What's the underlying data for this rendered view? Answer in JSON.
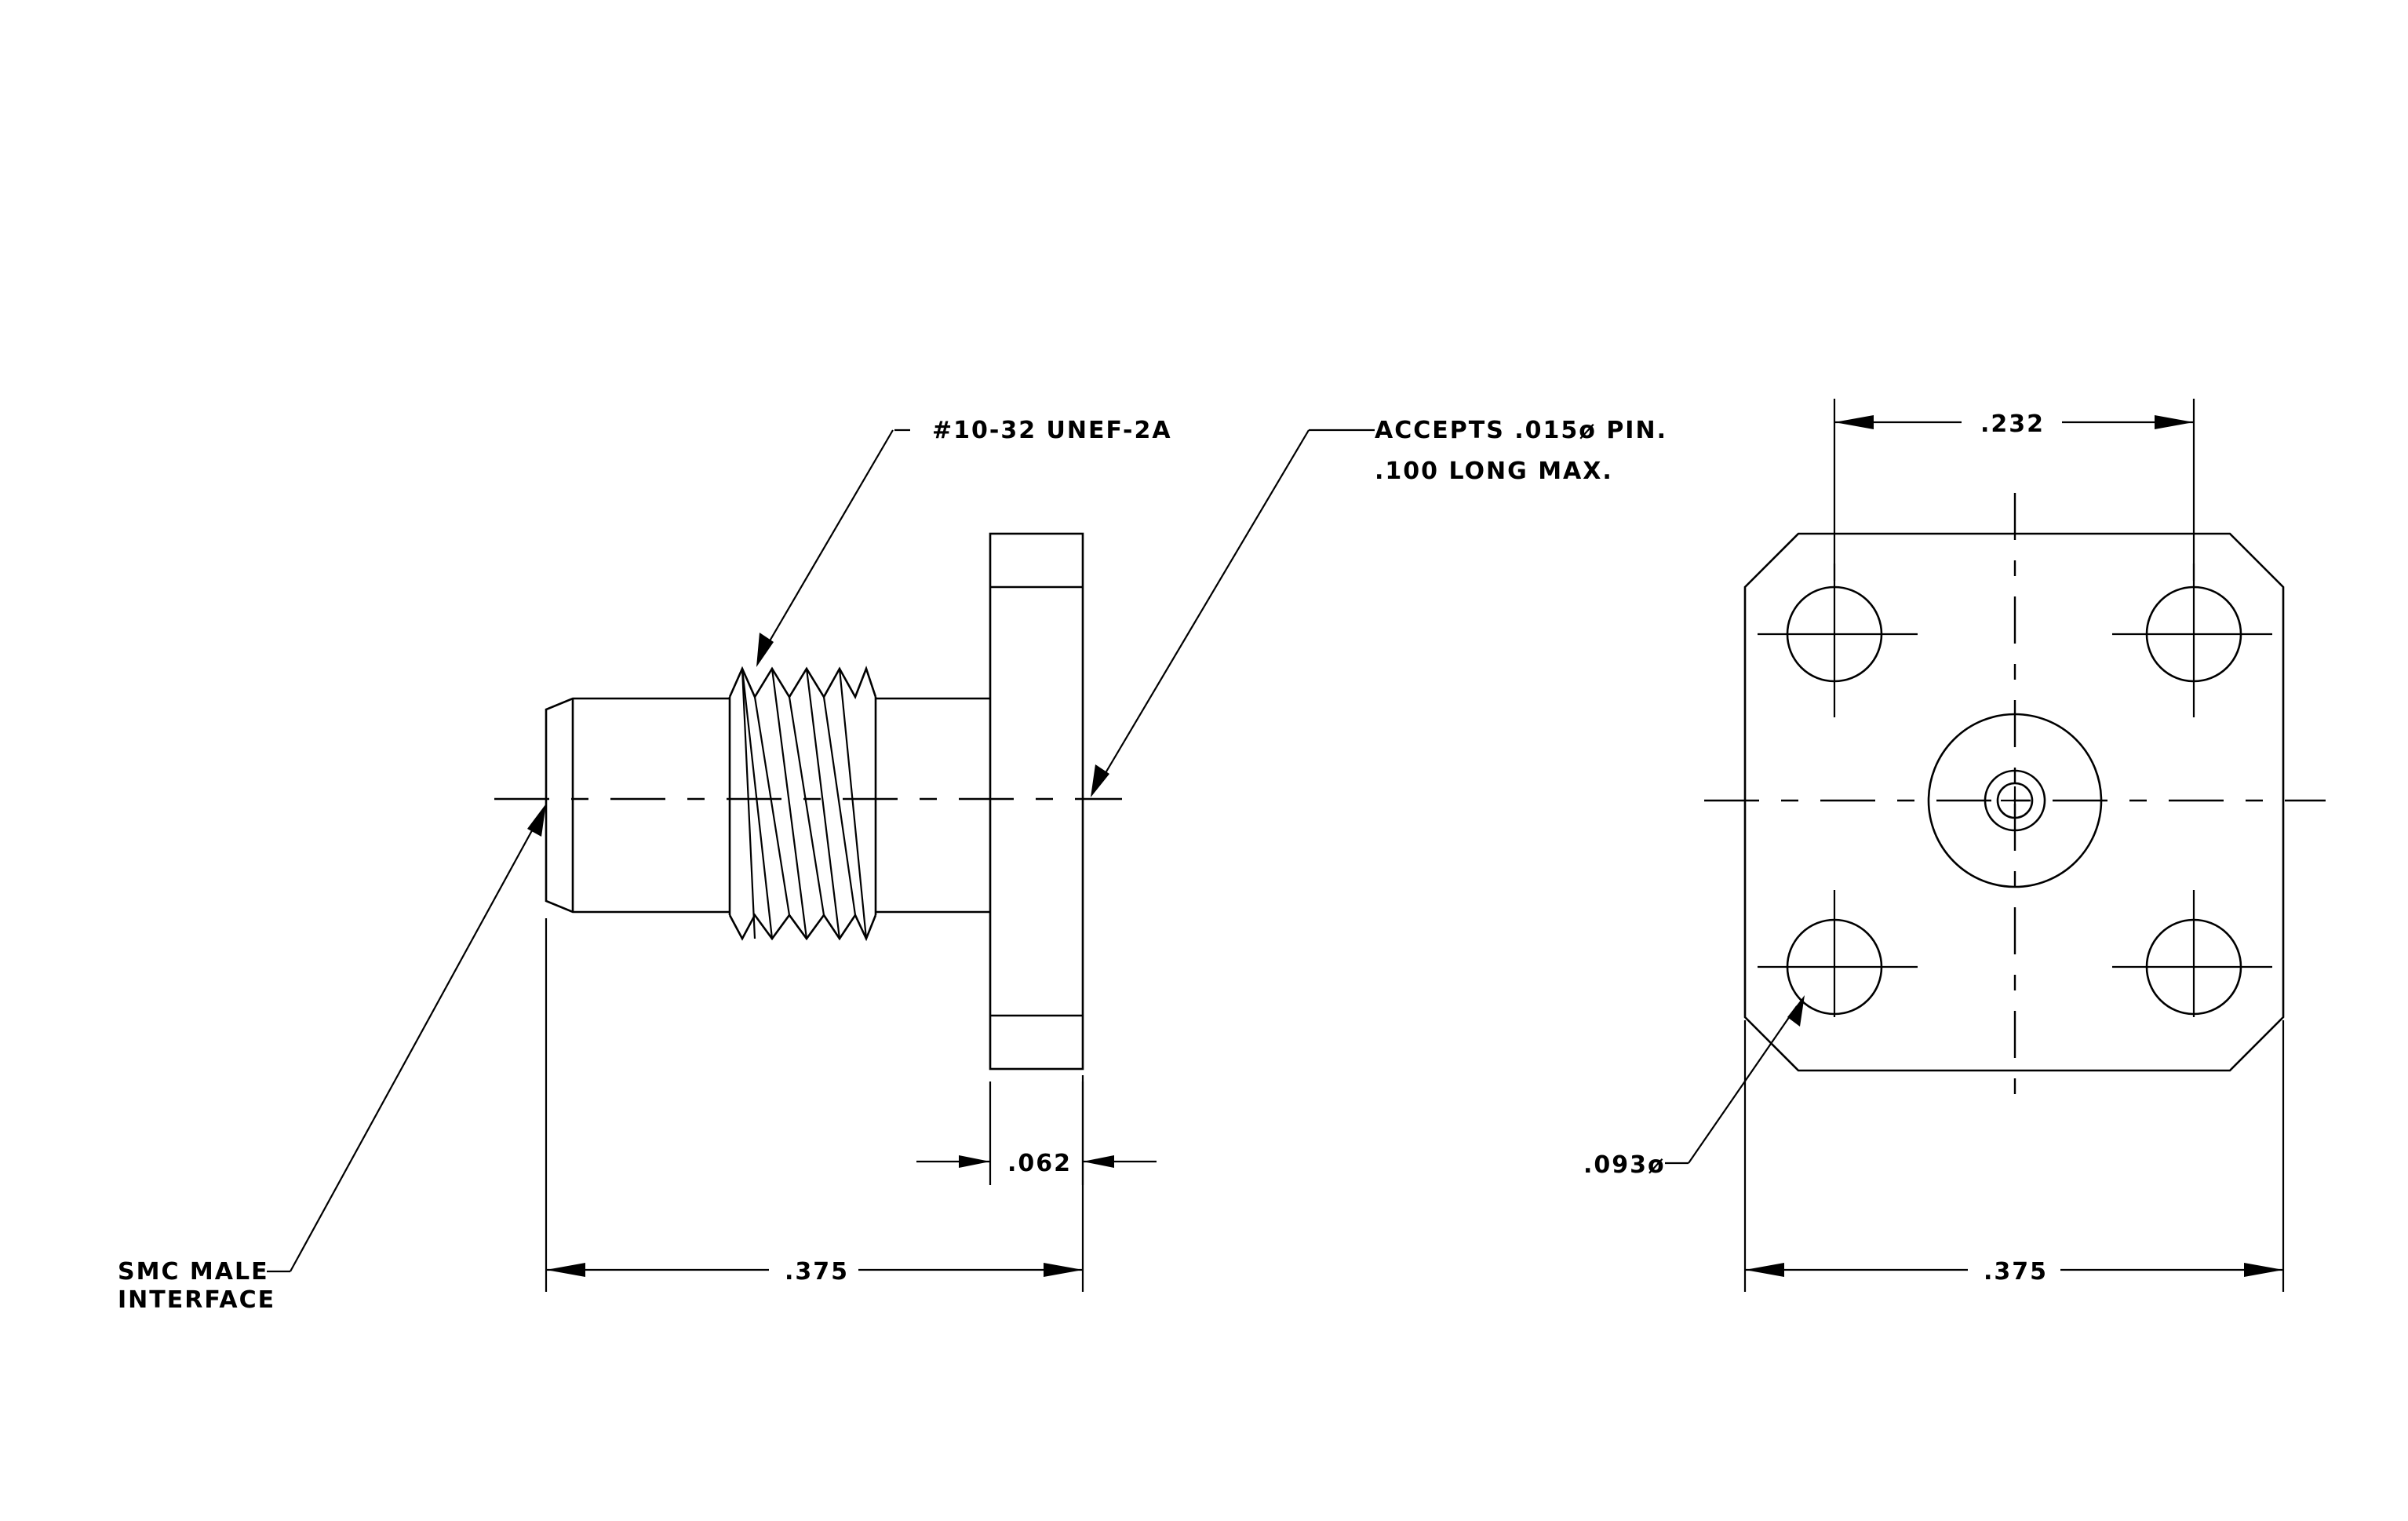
{
  "colors": {
    "background": "#ffffff",
    "ink": "#000000"
  },
  "side_view": {
    "thread_callout": "#10-32 UNEF-2A",
    "pin_callout_line1": "ACCEPTS .015ø PIN.",
    "pin_callout_line2": ".100 LONG MAX.",
    "interface_label_line1": "SMC MALE",
    "interface_label_line2": "INTERFACE",
    "flange_thickness_dim": ".062",
    "overall_length_dim": ".375"
  },
  "front_view": {
    "hole_spacing_dim": ".232",
    "flange_width_dim": ".375",
    "hole_diameter_dim": ".093ø"
  }
}
